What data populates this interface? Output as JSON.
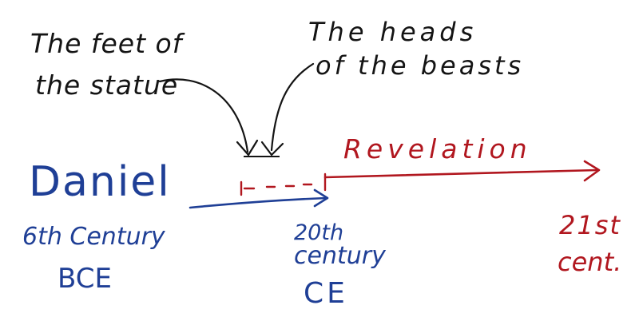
{
  "annotations": {
    "feet_line1": "The feet of",
    "feet_line2": "the statue",
    "heads_line1": "The heads",
    "heads_line2": "of the beasts"
  },
  "timeline": {
    "daniel": {
      "title": "Daniel",
      "line1": "6th Century",
      "line2": "BCE"
    },
    "century_20": {
      "line1": "20th",
      "line2": "century",
      "line3": "CE"
    },
    "revelation": "Revelation",
    "century_21": {
      "line1": "21st",
      "line2": "cent."
    }
  },
  "colors": {
    "ink_black": "#141414",
    "ink_blue": "#1f3f96",
    "ink_red": "#b1171f",
    "background": "#ffffff"
  }
}
